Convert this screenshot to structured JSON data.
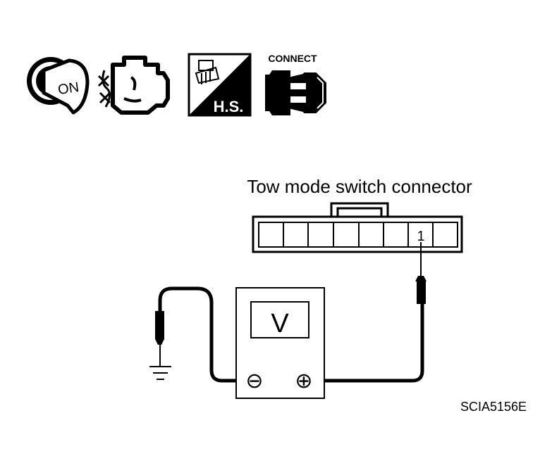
{
  "icons": {
    "ignition_label": "ON",
    "hs_label": "H.S.",
    "connect_label": "CONNECT"
  },
  "connector": {
    "title": "Tow mode switch connector",
    "terminal_number": "1"
  },
  "meter": {
    "display_label": "V",
    "negative_symbol": "⊖",
    "positive_symbol": "⊕"
  },
  "figure_code": "SCIA5156E"
}
